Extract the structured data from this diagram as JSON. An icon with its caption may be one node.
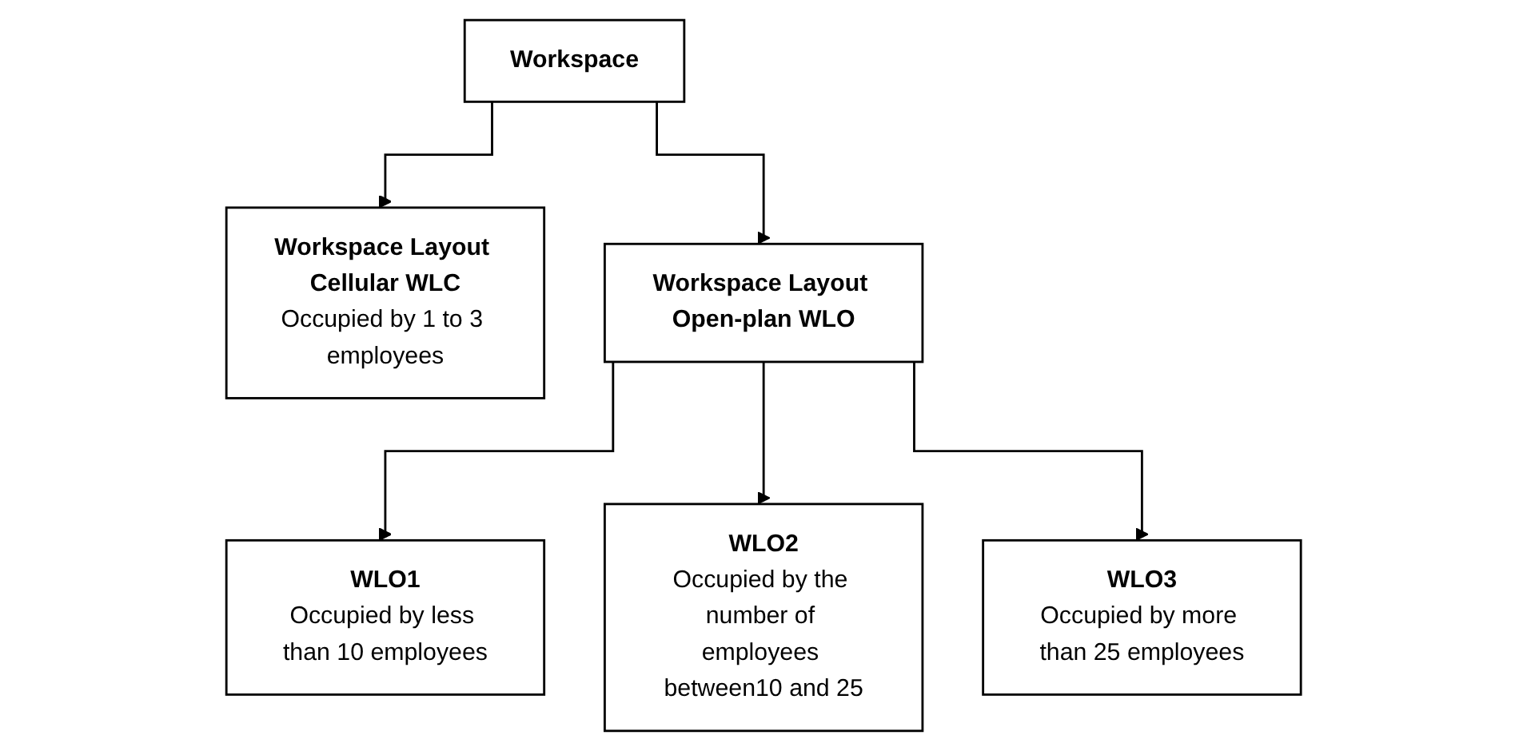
{
  "diagram": {
    "nodes": [
      {
        "text": [
          "Workspace"
        ]
      },
      {
        "text": [
          "Workspace Layout Cellular WLC",
          "Occupied by 1 to 3 employees"
        ]
      },
      {
        "text": [
          "Workspace Layout Open-plan WLO"
        ]
      },
      {
        "text": [
          "WLO1",
          "Occupied by less than 10 employees"
        ]
      },
      {
        "text": [
          "WLO2",
          "Occupied by the number of employees between10 and 25"
        ]
      },
      {
        "text": [
          "WLO3",
          "Occupied by more than 25 employees"
        ]
      }
    ],
    "edges": [
      {
        "from": 0,
        "to": 1,
        "arrow": "to"
      },
      {
        "from": 0,
        "to": 2,
        "arrow": "to"
      },
      {
        "from": 2,
        "to": 3,
        "arrow": "to"
      },
      {
        "from": 2,
        "to": 4,
        "arrow": "to"
      },
      {
        "from": 2,
        "to": 5,
        "arrow": "to"
      }
    ]
  }
}
